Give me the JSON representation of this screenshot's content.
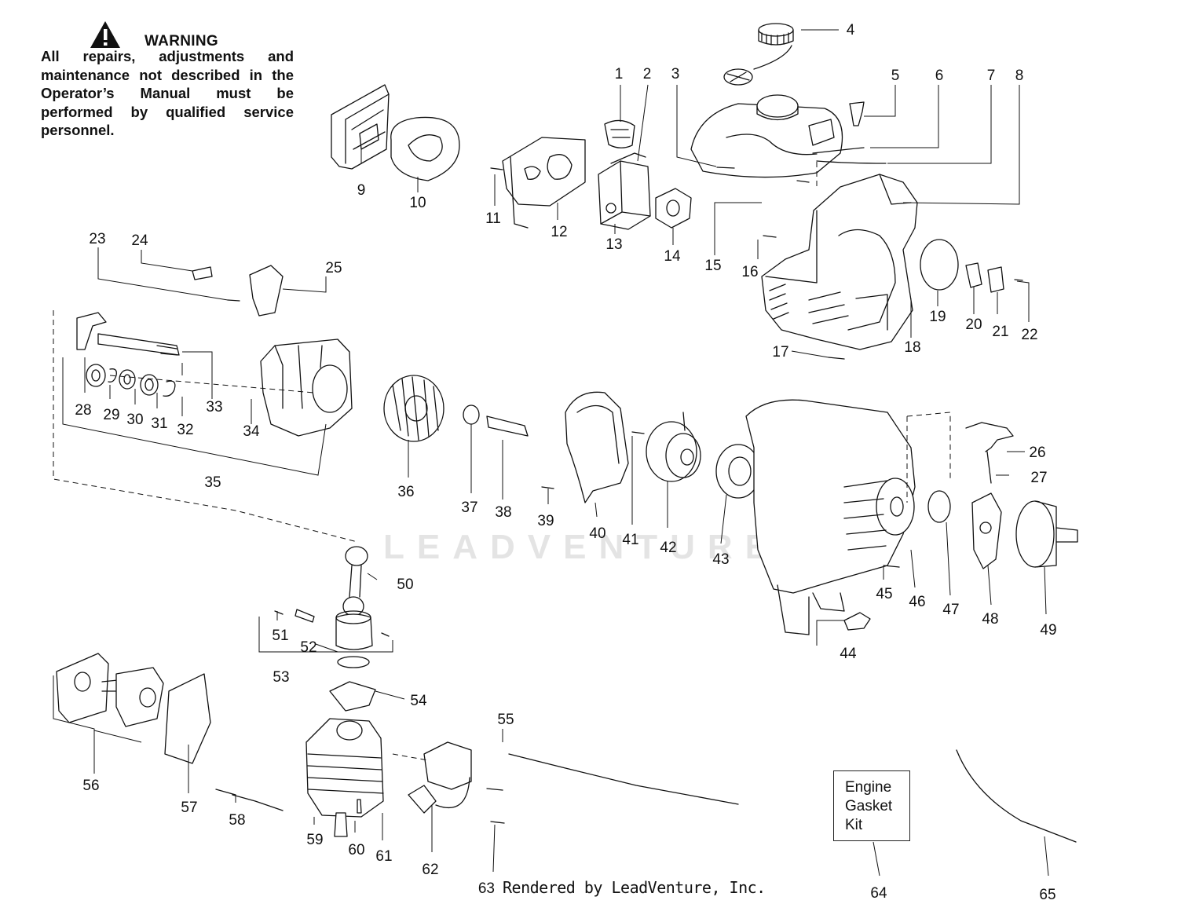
{
  "warning": {
    "title": "WARNING",
    "text": "All repairs, adjustments and maintenance not described in the Operator’s Manual must be performed by qualified service personnel."
  },
  "watermark": "LEADVENTURE",
  "kit_label": [
    "Engine",
    "Gasket",
    "Kit"
  ],
  "footer": "Rendered by LeadVenture, Inc.",
  "callouts": [
    "1",
    "2",
    "3",
    "4",
    "5",
    "6",
    "7",
    "8",
    "9",
    "10",
    "11",
    "12",
    "13",
    "14",
    "15",
    "16",
    "17",
    "18",
    "19",
    "20",
    "21",
    "22",
    "23",
    "24",
    "25",
    "26",
    "27",
    "28",
    "29",
    "30",
    "31",
    "32",
    "33",
    "34",
    "35",
    "36",
    "37",
    "38",
    "39",
    "40",
    "41",
    "42",
    "43",
    "44",
    "45",
    "46",
    "47",
    "48",
    "49",
    "50",
    "51",
    "52",
    "53",
    "54",
    "55",
    "56",
    "57",
    "58",
    "59",
    "60",
    "61",
    "62",
    "63",
    "64",
    "65"
  ],
  "colors": {
    "ink": "#111111",
    "watermark": "#cfcfcf"
  }
}
